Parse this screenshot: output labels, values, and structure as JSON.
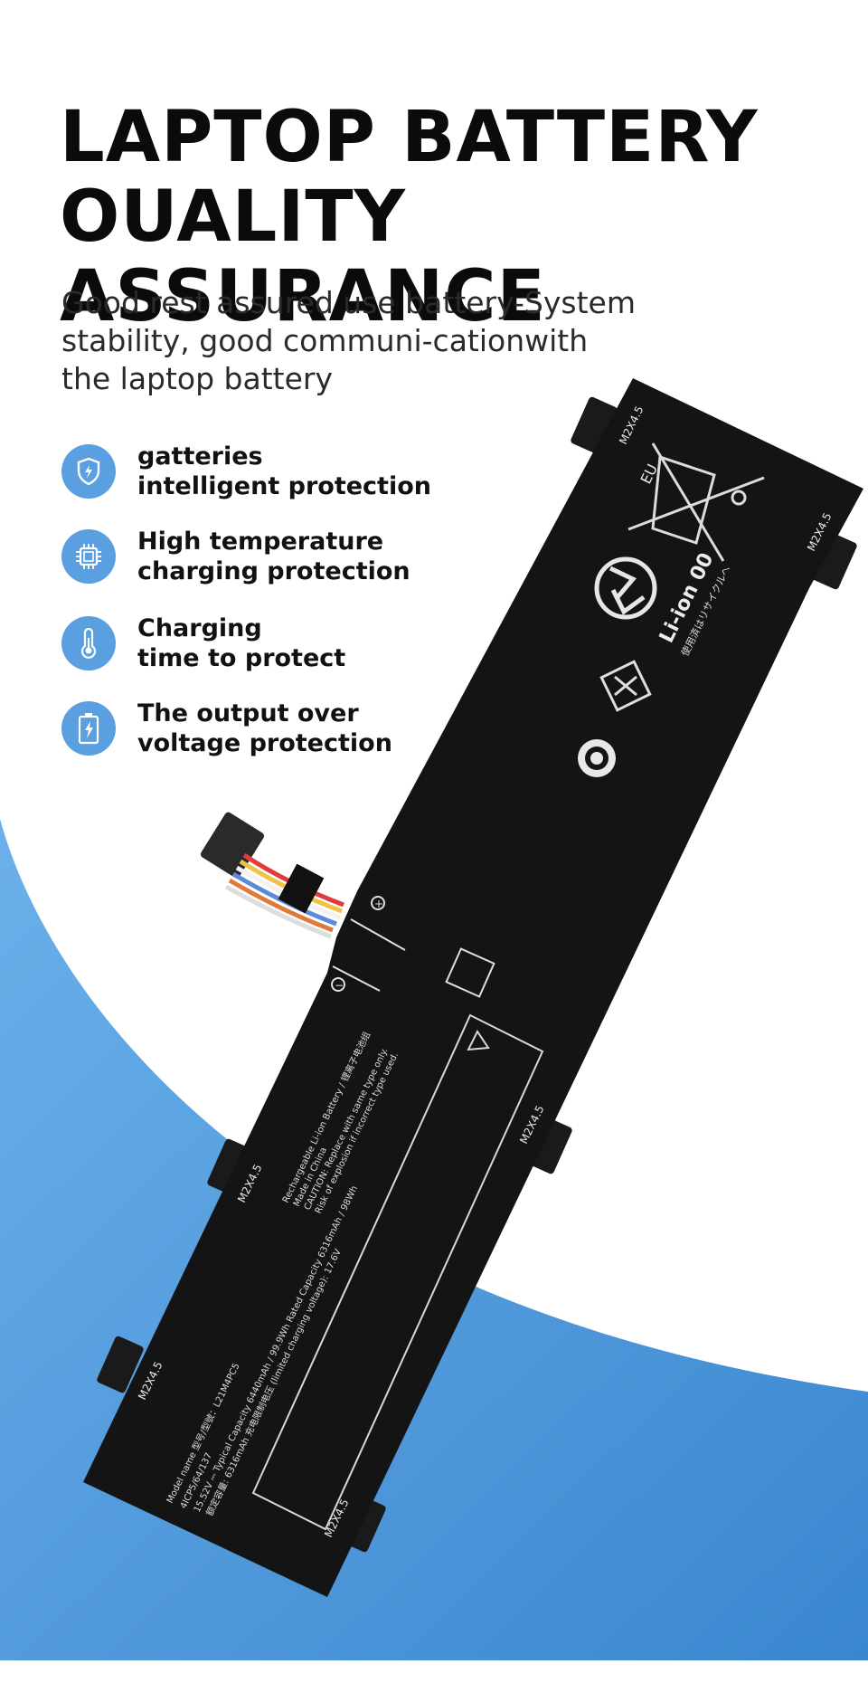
{
  "heading": {
    "line1": "LAPTOP BATTERY",
    "line2": "OUALITY ASSURANCE"
  },
  "subtitle": {
    "line1": "Good rest assured use battery-System",
    "line2": "stability, good communi-cationwith",
    "line3": "the laptop battery"
  },
  "features": [
    {
      "line1": "gatteries",
      "line2": "intelligent protection",
      "icon": "shield-bolt-icon"
    },
    {
      "line1": "High temperature",
      "line2": "charging protection",
      "icon": "chip-icon"
    },
    {
      "line1": "Charging",
      "line2": "time to protect",
      "icon": "thermometer-icon"
    },
    {
      "line1": "The output over",
      "line2": "voltage protection",
      "icon": "battery-charge-icon"
    }
  ],
  "battery": {
    "mount_label": "M2X4.5",
    "eu_label": "EU",
    "liion_label": "Li-ion 00",
    "recycle_jp": "使用済はリサイクルへ",
    "model_name": "Model name 型号/型號：L21M4PC5",
    "model_number": "4ICP5/64/137",
    "spec_line": "15.52V ⎓ Typical Capacity 6440mAh / 99.9Wh  Rated Capacity 6316mAh / 98Wh",
    "charge_line": "额定容量: 6316mAh  充电限制电压 (limited charging voltage): 17.6V",
    "warning_line1": "Rechargeable Li-ion Battery / 锂离子电池组",
    "warning_line2": "Made in China",
    "warning_line3": "CAUTION: Replace with same type only.",
    "warning_line4": "Risk of explosion if incorrect type used.",
    "plus_label": "+",
    "minus_label": "−"
  },
  "colors": {
    "accent_blue": "#3c87d0",
    "icon_blue": "#5a9fe0",
    "battery_black": "#141414"
  }
}
